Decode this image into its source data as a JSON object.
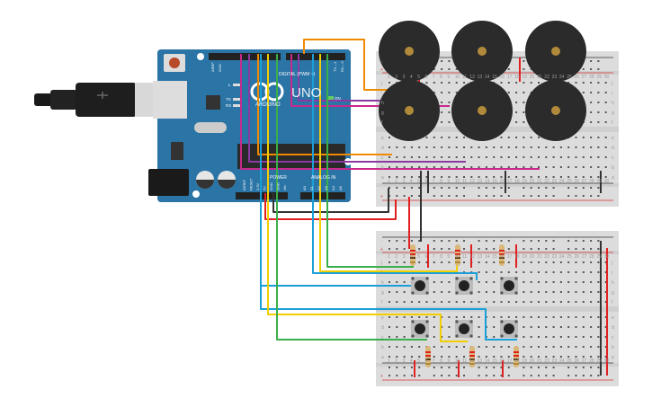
{
  "arduino": {
    "brand": "ARDUINO",
    "model": "UNO",
    "digital_label": "DIGITAL (PWM ~)",
    "power_label": "POWER",
    "analog_label": "ANALOG IN",
    "on_label": "ON",
    "led_labels": [
      "L",
      "TX",
      "RX"
    ],
    "top_pins": [
      "AREF",
      "GND"
    ],
    "tx_rx": [
      "TX→1",
      "RX←0"
    ],
    "power_pins": [
      "IOREF",
      "RESET",
      "3.3V",
      "5V",
      "GND",
      "GND",
      "Vin"
    ],
    "analog_pins": [
      "A0",
      "A1",
      "A2",
      "A3",
      "A4",
      "A5"
    ],
    "board_color": "#2a74a6"
  },
  "breadboard": {
    "row_letters_top": [
      "j",
      "i",
      "h",
      "g",
      "f"
    ],
    "row_letters_bottom": [
      "e",
      "d",
      "c",
      "b",
      "a"
    ],
    "rail_minus": "-",
    "rail_plus": "+",
    "columns": 30
  },
  "components": {
    "buzzers": 6,
    "pushbuttons": 6,
    "resistors": 6
  },
  "colors": {
    "red": "#e02020",
    "black": "#333333",
    "orange": "#f08a00",
    "magenta": "#c8288c",
    "purple": "#8a3aa0",
    "blue": "#1aa0d8",
    "yellow": "#f2cf00",
    "green": "#3aae48"
  }
}
